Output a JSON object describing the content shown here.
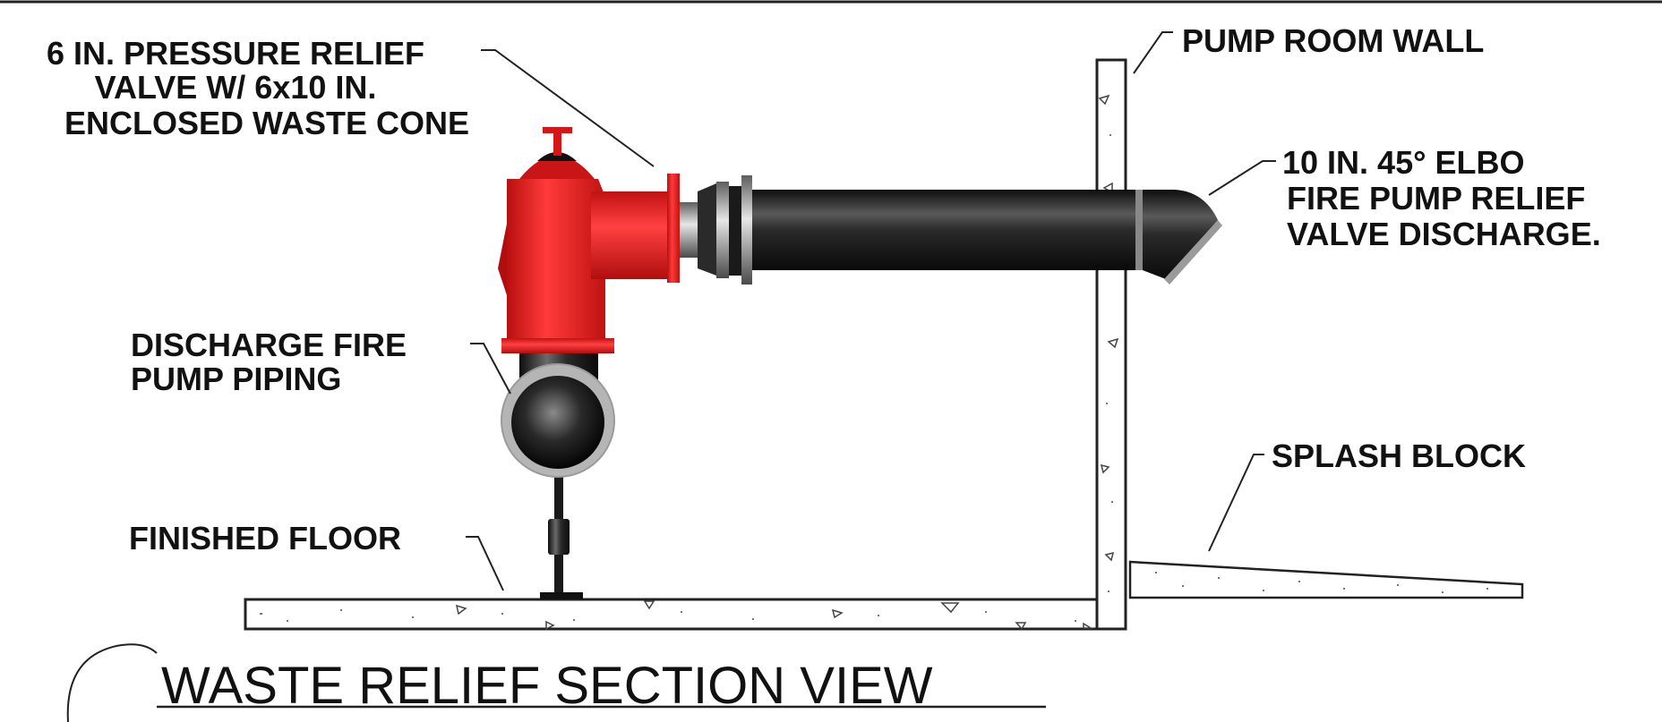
{
  "labels": {
    "relief_valve": [
      "6 IN. PRESSURE RELIEF",
      "VALVE W/ 6x10 IN.",
      "ENCLOSED WASTE CONE"
    ],
    "pump_room_wall": [
      "PUMP ROOM WALL"
    ],
    "elbow": [
      "10 IN. 45° ELBO",
      "FIRE PUMP RELIEF",
      "VALVE DISCHARGE."
    ],
    "discharge_piping": [
      "DISCHARGE FIRE",
      "PUMP PIPING"
    ],
    "splash_block": [
      "SPLASH BLOCK"
    ],
    "finished_floor": [
      "FINISHED FLOOR"
    ]
  },
  "title": "WASTE RELIEF SECTION VIEW",
  "colors": {
    "valve_red": "#e41e1e",
    "pipe_dark": "#1c1c1c",
    "concrete": "#ffffff",
    "line": "#222222"
  }
}
